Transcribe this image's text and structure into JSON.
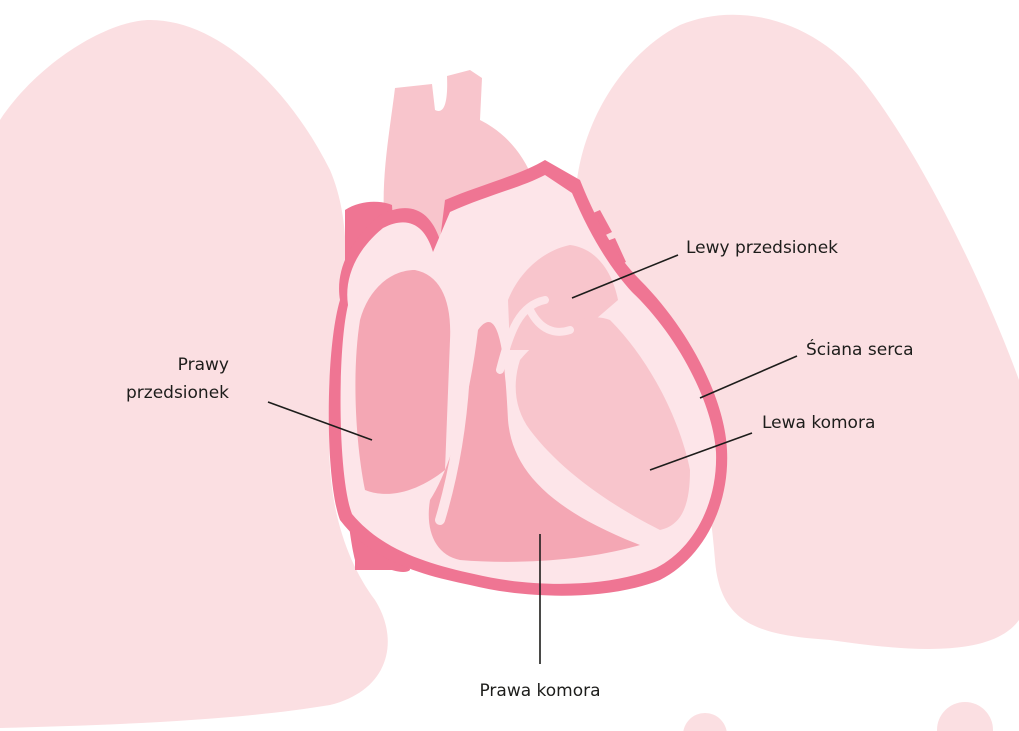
{
  "colors": {
    "lung": "#fbdfe2",
    "heart_light": "#f8c5cc",
    "heart_mid": "#f4a7b4",
    "heart_dark": "#ef7593",
    "wall_band": "#fde5e9",
    "line": "#1d1d1b"
  },
  "labels": {
    "left_atrium": "Lewy przedsionek",
    "heart_wall": "Ściana serca",
    "left_ventricle": "Lewa komora",
    "right_atrium_line1": "Prawy",
    "right_atrium_line2": "przedsionek",
    "right_ventricle": "Prawa komora"
  }
}
